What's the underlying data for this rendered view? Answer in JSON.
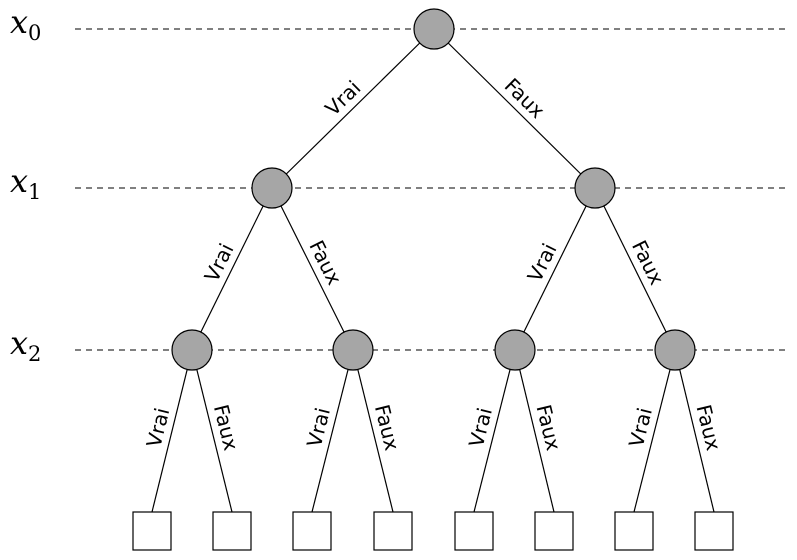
{
  "levels": [
    {
      "var": "x",
      "sub": "0"
    },
    {
      "var": "x",
      "sub": "1"
    },
    {
      "var": "x",
      "sub": "2"
    }
  ],
  "labels": {
    "true": "Vrai",
    "false": "Faux"
  }
}
